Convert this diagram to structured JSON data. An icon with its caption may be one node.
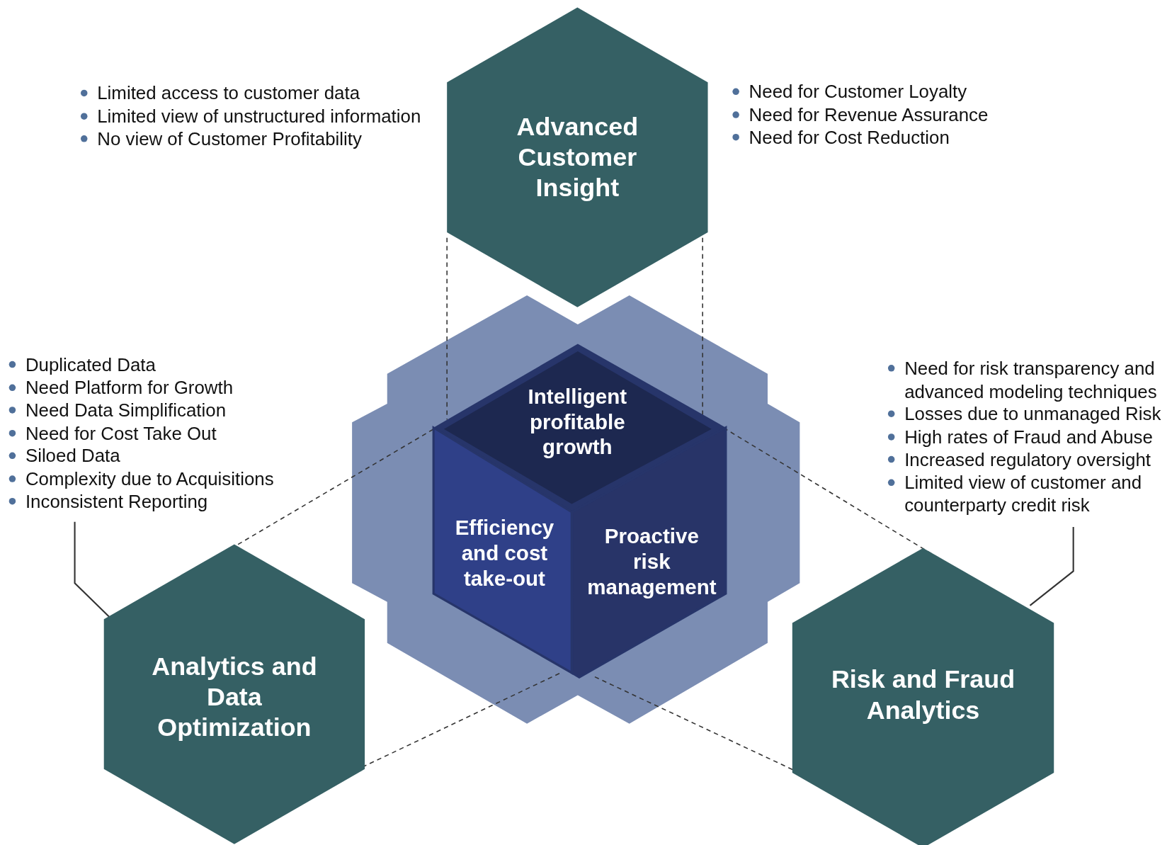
{
  "diagram": {
    "nodes": [
      {
        "text": [
          "Advanced Customer Insight"
        ]
      },
      {
        "text": [
          "Limited access to customer data",
          "Limited view of unstructured information",
          "No view of Customer Profitability"
        ]
      },
      {
        "text": [
          "Need for Customer Loyalty",
          "Need for Revenue Assurance",
          "Need for Cost Reduction"
        ]
      },
      {
        "text": [
          "Duplicated Data",
          "Need Platform for Growth",
          "Need Data Simplification",
          "Need for Cost Take Out",
          "Siloed Data",
          "Complexity due to Acquisitions",
          "Inconsistent Reporting"
        ]
      },
      {
        "text": [
          "Analytics and Data Optimization"
        ]
      },
      {
        "text": [
          "Need for risk transparency and advanced modeling techniques",
          "Losses due to unmanaged Risk",
          "High rates of Fraud and Abuse",
          "Increased regulatory oversight",
          "Limited view of customer and counterparty credit risk"
        ]
      },
      {
        "text": [
          "Risk and Fraud Analytics"
        ]
      },
      {
        "text": [],
        "shape": "box"
      },
      {
        "text": [
          "Intelligent profitable growth"
        ],
        "in": 7
      },
      {
        "text": [
          "Efficiency and cost take-out"
        ],
        "in": 7
      },
      {
        "text": [
          "Proactive risk management"
        ],
        "in": 7
      }
    ],
    "edges": [
      {
        "from": 0,
        "to": 7,
        "arrow": "none",
        "style": "dashed"
      },
      {
        "from": 0,
        "to": 7,
        "arrow": "none",
        "style": "dashed"
      },
      {
        "from": 4,
        "to": 7,
        "arrow": "none",
        "style": "dashed"
      },
      {
        "from": 4,
        "to": 7,
        "arrow": "none",
        "style": "dashed"
      },
      {
        "from": 6,
        "to": 7,
        "arrow": "none",
        "style": "dashed"
      },
      {
        "from": 6,
        "to": 7,
        "arrow": "none",
        "style": "dashed"
      },
      {
        "from": 3,
        "to": 4,
        "arrow": "none"
      },
      {
        "from": 5,
        "to": 6,
        "arrow": "none"
      }
    ]
  }
}
